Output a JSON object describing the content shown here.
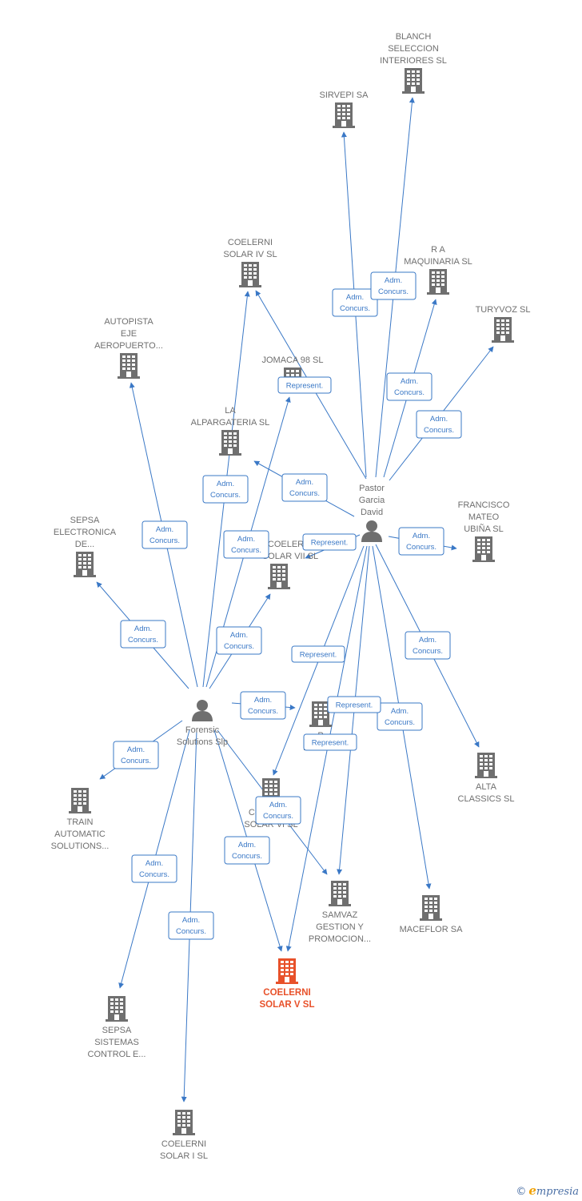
{
  "colors": {
    "company": "#6f6f6f",
    "focus": "#e8512a",
    "person": "#6f6f6f",
    "edge": "#3a78c6",
    "label_border": "#3a78c6"
  },
  "nodes": [
    {
      "id": "blanch",
      "type": "company",
      "lines": [
        "BLANCH",
        "SELECCION",
        "INTERIORES SL"
      ]
    },
    {
      "id": "sirvepi",
      "type": "company",
      "lines": [
        "SIRVEPI SA"
      ]
    },
    {
      "id": "coelerni4",
      "type": "company",
      "lines": [
        "COELERNI",
        "SOLAR IV SL"
      ]
    },
    {
      "id": "ra",
      "type": "company",
      "lines": [
        "R A",
        "MAQUINARIA SL"
      ]
    },
    {
      "id": "turyvoz",
      "type": "company",
      "lines": [
        "TURYVOZ SL"
      ]
    },
    {
      "id": "autopista",
      "type": "company",
      "lines": [
        "AUTOPISTA",
        "EJE",
        "AEROPUERTO..."
      ]
    },
    {
      "id": "jomaca",
      "type": "company",
      "lines": [
        "JOMACA 98 SL"
      ]
    },
    {
      "id": "alpargateria",
      "type": "company",
      "lines": [
        "LA",
        "ALPARGATERIA SL"
      ]
    },
    {
      "id": "pastor",
      "type": "person",
      "lines": [
        "Pastor",
        "Garcia",
        "David"
      ]
    },
    {
      "id": "francisco",
      "type": "company",
      "lines": [
        "FRANCISCO",
        "MATEO",
        "UBIÑA SL"
      ]
    },
    {
      "id": "sepsa_elec",
      "type": "company",
      "lines": [
        "SEPSA",
        "ELECTRONICA",
        "DE..."
      ]
    },
    {
      "id": "coelerni7",
      "type": "company",
      "lines": [
        "COELERNI",
        "SOLAR VII SL"
      ]
    },
    {
      "id": "forensic",
      "type": "person",
      "lines": [
        "Forensic",
        "Solutions Slp"
      ]
    },
    {
      "id": "p_inde",
      "type": "company",
      "lines": [
        "P",
        "INDE SA"
      ]
    },
    {
      "id": "alta",
      "type": "company",
      "lines": [
        "ALTA",
        "CLASSICS SL"
      ]
    },
    {
      "id": "train",
      "type": "company",
      "lines": [
        "TRAIN",
        "AUTOMATIC",
        "SOLUTIONS..."
      ]
    },
    {
      "id": "coelerni6",
      "type": "company",
      "lines": [
        "COELERNI",
        "SOLAR VI SL"
      ]
    },
    {
      "id": "samvaz",
      "type": "company",
      "lines": [
        "SAMVAZ",
        "GESTION Y",
        "PROMOCION..."
      ]
    },
    {
      "id": "maceflor",
      "type": "company",
      "lines": [
        "MACEFLOR SA"
      ]
    },
    {
      "id": "coelerni5",
      "type": "focus",
      "lines": [
        "COELERNI",
        "SOLAR V SL"
      ]
    },
    {
      "id": "sepsa_sist",
      "type": "company",
      "lines": [
        "SEPSA",
        "SISTEMAS",
        "CONTROL E..."
      ]
    },
    {
      "id": "coelerni1",
      "type": "company",
      "lines": [
        "COELERNI",
        "SOLAR I SL"
      ]
    }
  ],
  "edges": [
    {
      "from": "pastor",
      "to": "sirvepi",
      "label": [
        "Adm.",
        "Concurs."
      ]
    },
    {
      "from": "pastor",
      "to": "blanch",
      "label": [
        "Adm.",
        "Concurs."
      ]
    },
    {
      "from": "pastor",
      "to": "ra",
      "label": [
        "Adm.",
        "Concurs."
      ]
    },
    {
      "from": "pastor",
      "to": "turyvoz",
      "label": [
        "Adm.",
        "Concurs."
      ]
    },
    {
      "from": "pastor",
      "to": "coelerni4",
      "label": [
        "Represent."
      ]
    },
    {
      "from": "pastor",
      "to": "alpargateria",
      "label": [
        "Adm.",
        "Concurs."
      ]
    },
    {
      "from": "pastor",
      "to": "francisco",
      "label": [
        "Adm.",
        "Concurs."
      ]
    },
    {
      "from": "pastor",
      "to": "coelerni7",
      "label": [
        "Represent."
      ]
    },
    {
      "from": "pastor",
      "to": "alta",
      "label": [
        "Adm.",
        "Concurs."
      ]
    },
    {
      "from": "pastor",
      "to": "maceflor",
      "label": [
        "Adm.",
        "Concurs."
      ]
    },
    {
      "from": "pastor",
      "to": "samvaz",
      "label": [
        "Represent."
      ]
    },
    {
      "from": "pastor",
      "to": "coelerni6",
      "label": [
        "Represent."
      ]
    },
    {
      "from": "pastor",
      "to": "coelerni5",
      "label": [
        "Represent."
      ]
    },
    {
      "from": "forensic",
      "to": "coelerni4",
      "label": [
        "Adm.",
        "Concurs."
      ]
    },
    {
      "from": "forensic",
      "to": "jomaca",
      "label": [
        "Adm.",
        "Concurs."
      ]
    },
    {
      "from": "forensic",
      "to": "autopista",
      "label": [
        "Adm.",
        "Concurs."
      ]
    },
    {
      "from": "forensic",
      "to": "sepsa_elec",
      "label": [
        "Adm.",
        "Concurs."
      ]
    },
    {
      "from": "forensic",
      "to": "coelerni7",
      "label": [
        "Adm.",
        "Concurs."
      ]
    },
    {
      "from": "forensic",
      "to": "p_inde",
      "label": [
        "Adm.",
        "Concurs."
      ]
    },
    {
      "from": "forensic",
      "to": "train",
      "label": [
        "Adm.",
        "Concurs."
      ]
    },
    {
      "from": "forensic",
      "to": "samvaz",
      "label": [
        "Adm.",
        "Concurs."
      ]
    },
    {
      "from": "forensic",
      "to": "coelerni5",
      "label": [
        "Adm.",
        "Concurs."
      ]
    },
    {
      "from": "forensic",
      "to": "sepsa_sist",
      "label": [
        "Adm.",
        "Concurs."
      ]
    },
    {
      "from": "forensic",
      "to": "coelerni1",
      "label": [
        "Adm.",
        "Concurs."
      ]
    }
  ],
  "footer": {
    "copyright": "©",
    "brand_initial": "e",
    "brand_rest": "mpresia"
  }
}
